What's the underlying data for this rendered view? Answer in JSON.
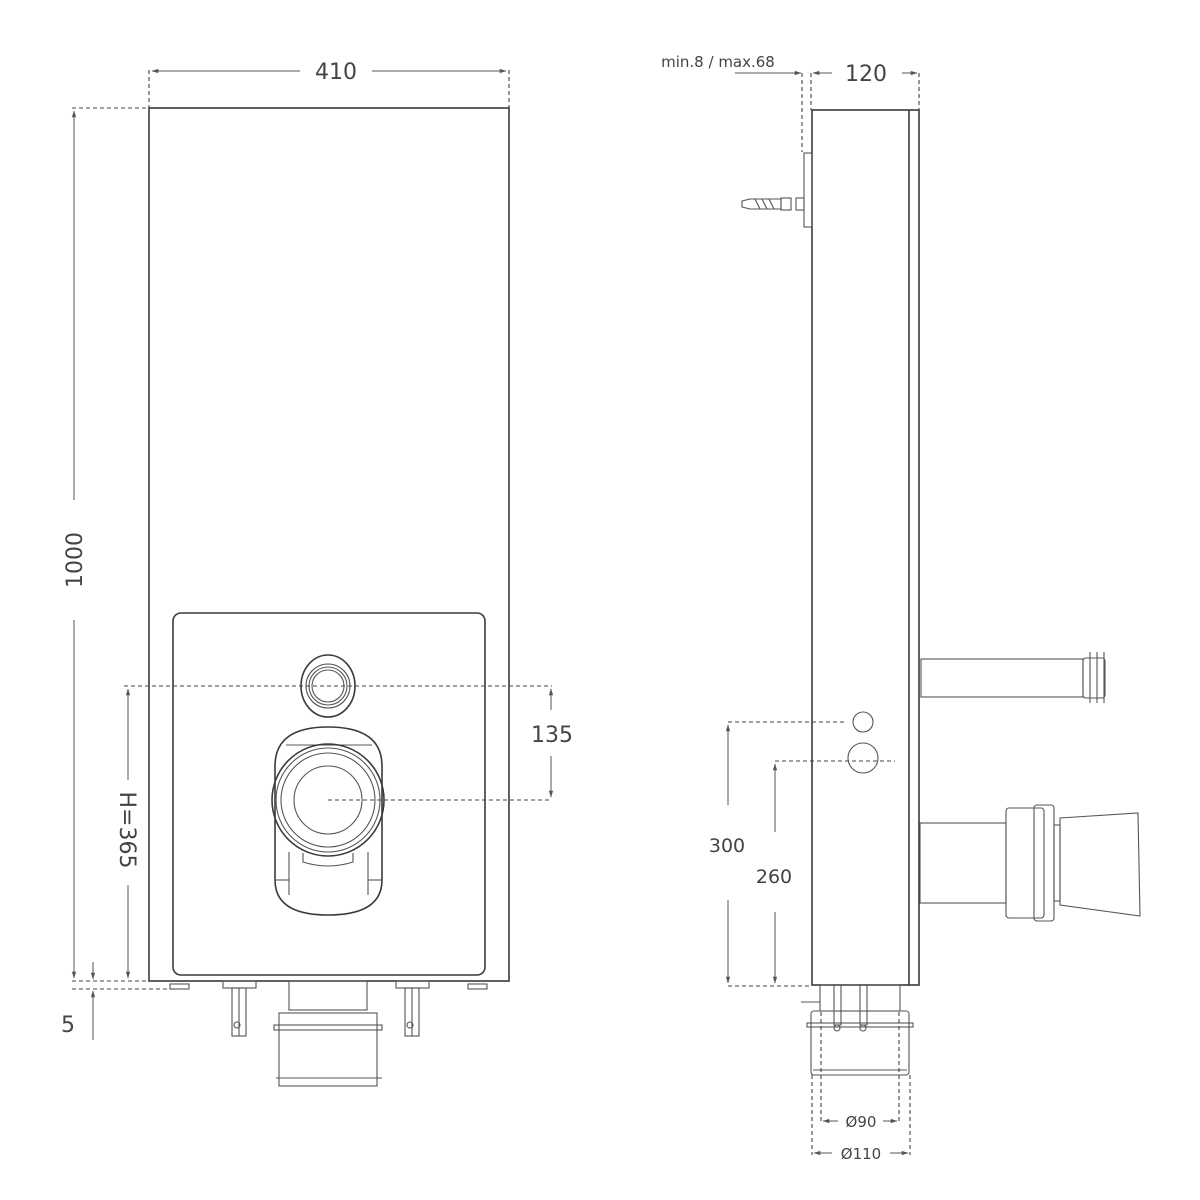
{
  "drawing": {
    "title": "Wall-hung WC frame technical drawing",
    "front_view": {
      "width_label": "410",
      "height_label": "1000",
      "axis_height_label": "H=365",
      "flush_offset_label": "135",
      "base_offset_label": "5"
    },
    "side_view": {
      "wall_gap_label": "min.8 / max.68",
      "depth_label": "120",
      "inlet_height_1_label": "300",
      "inlet_height_2_label": "260",
      "outlet_inner_diameter_label": "Ø90",
      "outlet_outer_diameter_label": "Ø110"
    },
    "colors": {
      "line": "#3a3a3a",
      "text": "#444444",
      "background": "#ffffff"
    }
  }
}
